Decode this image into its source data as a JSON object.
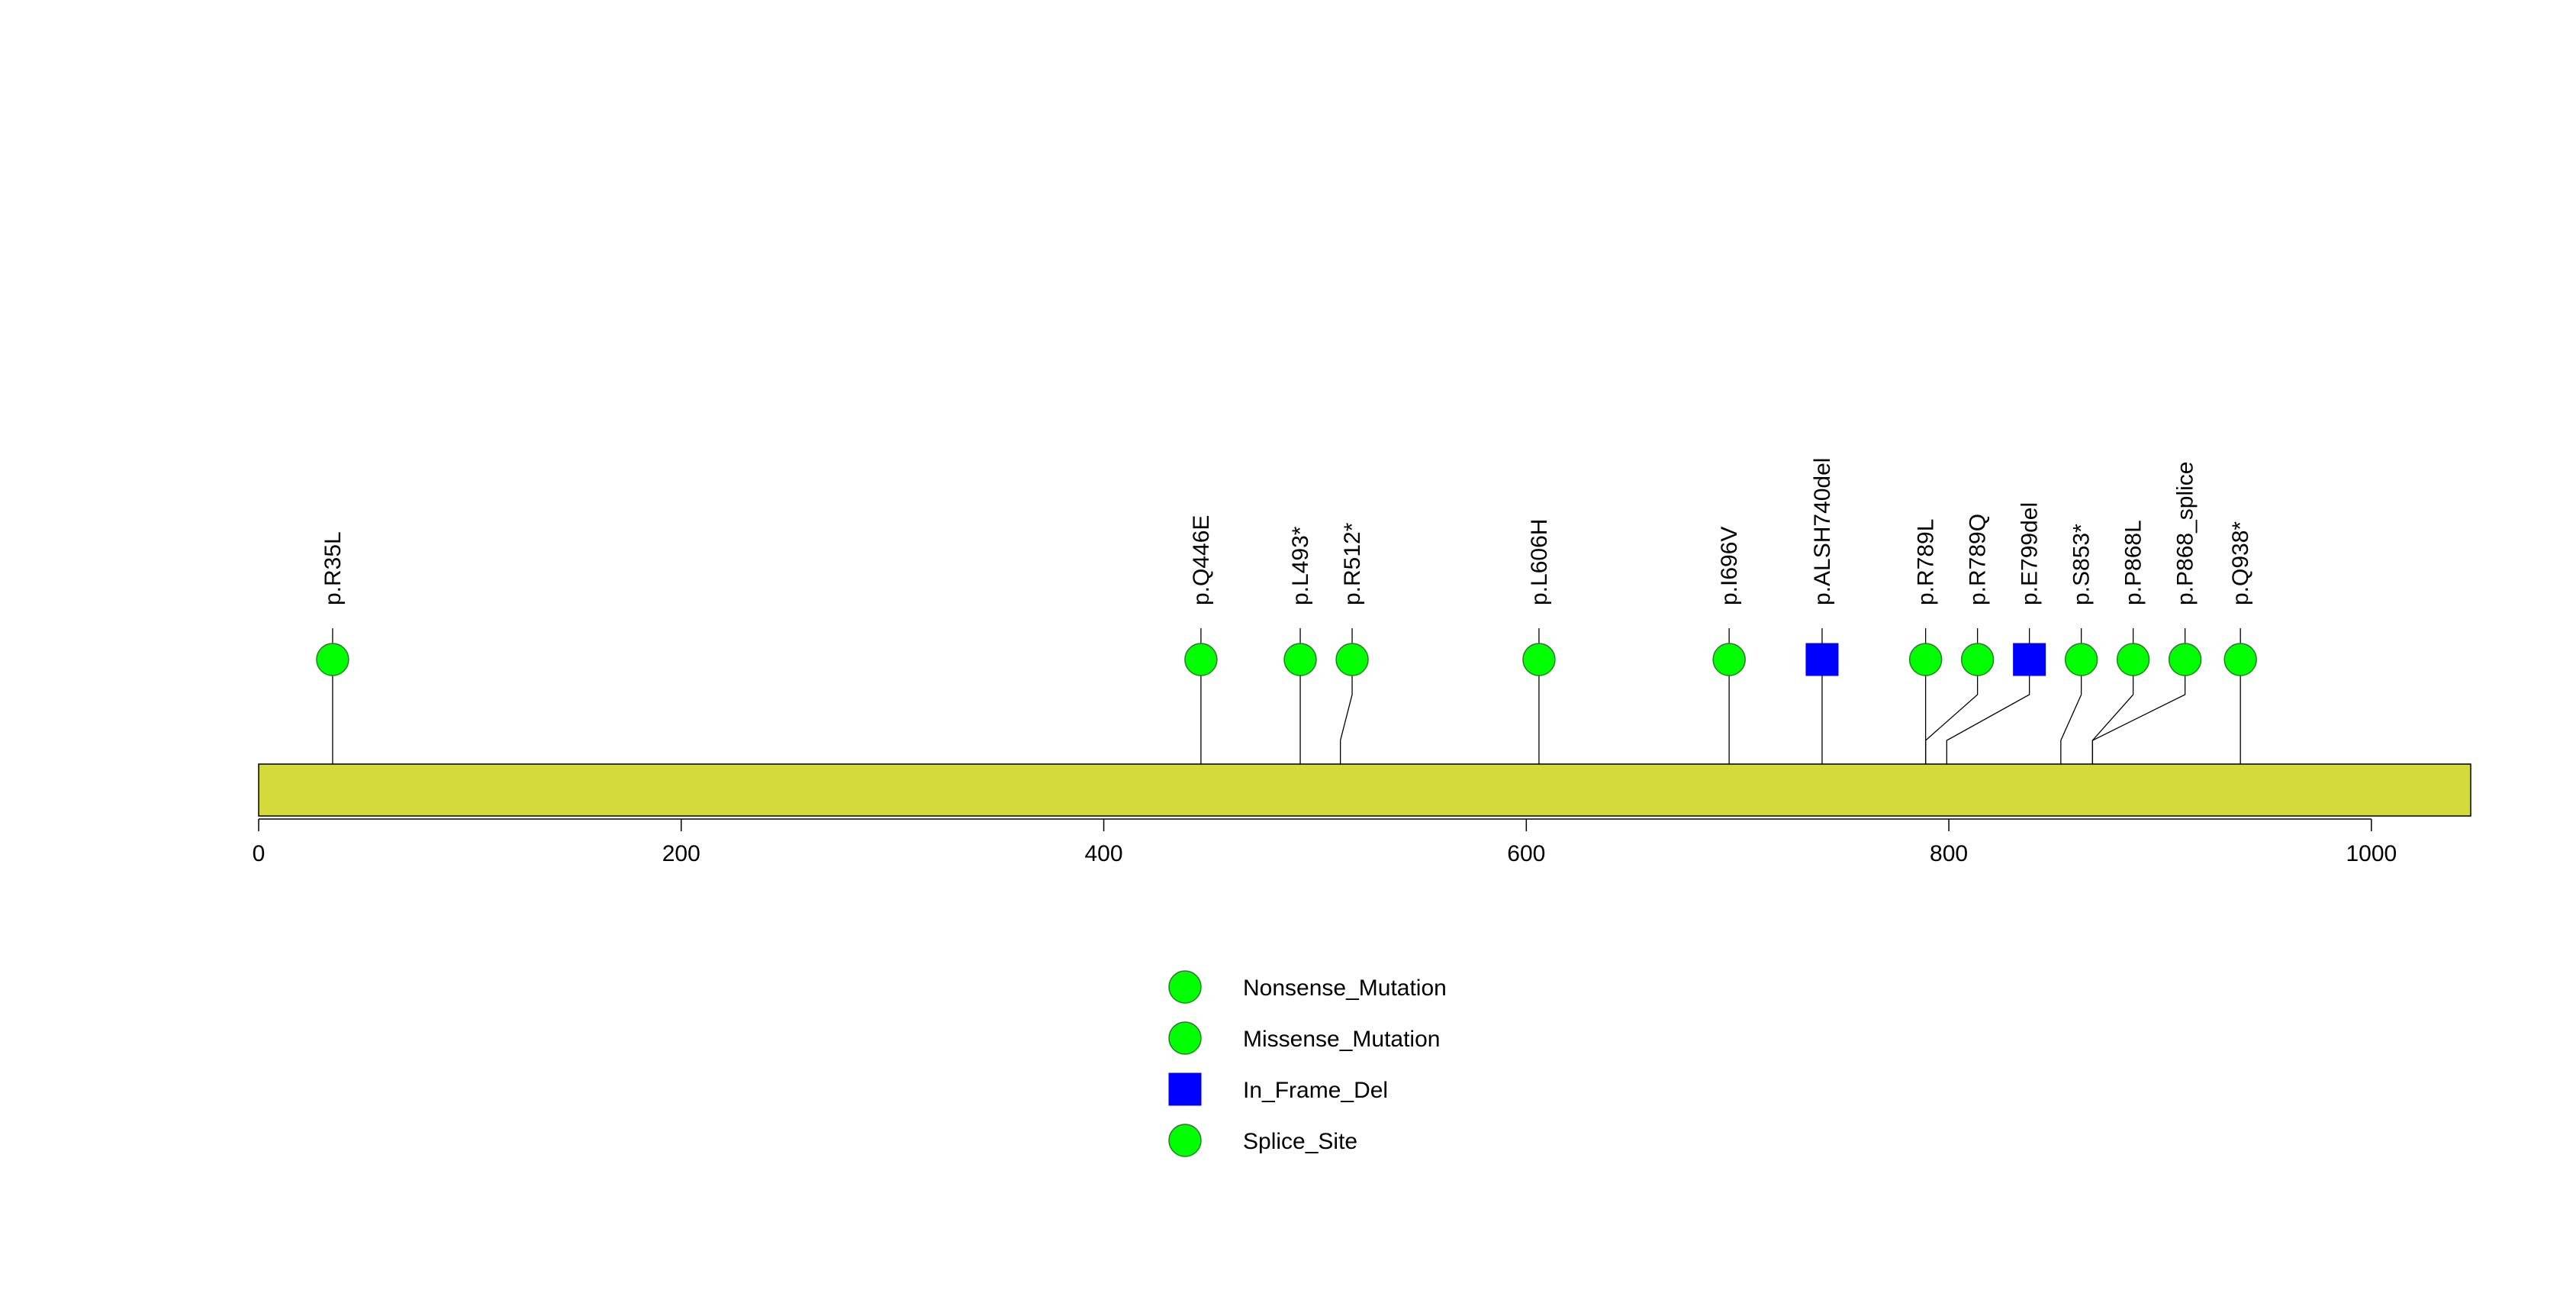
{
  "chart_data": {
    "type": "lollipop",
    "xlim": [
      0,
      1047
    ],
    "x_ticks": [
      0,
      200,
      400,
      600,
      800,
      1000
    ],
    "protein_length": 1047,
    "protein_bar_color": "#d4da3a",
    "mutations": [
      {
        "label": "p.R35L",
        "pos": 35,
        "class": "Missense_Mutation",
        "shape": "circle",
        "color": "#00ff00"
      },
      {
        "label": "p.Q446E",
        "pos": 446,
        "class": "Missense_Mutation",
        "shape": "circle",
        "color": "#00ff00"
      },
      {
        "label": "p.L493*",
        "pos": 493,
        "class": "Nonsense_Mutation",
        "shape": "circle",
        "color": "#00ff00"
      },
      {
        "label": "p.R512*",
        "pos": 512,
        "class": "Nonsense_Mutation",
        "shape": "circle",
        "color": "#00ff00"
      },
      {
        "label": "p.L606H",
        "pos": 606,
        "class": "Missense_Mutation",
        "shape": "circle",
        "color": "#00ff00"
      },
      {
        "label": "p.I696V",
        "pos": 696,
        "class": "Missense_Mutation",
        "shape": "circle",
        "color": "#00ff00"
      },
      {
        "label": "p.ALSH740del",
        "pos": 740,
        "class": "In_Frame_Del",
        "shape": "square",
        "color": "#0000ff"
      },
      {
        "label": "p.R789L",
        "pos": 789,
        "class": "Missense_Mutation",
        "shape": "circle",
        "color": "#00ff00"
      },
      {
        "label": "p.R789Q",
        "pos": 789,
        "class": "Missense_Mutation",
        "shape": "circle",
        "color": "#00ff00"
      },
      {
        "label": "p.E799del",
        "pos": 799,
        "class": "In_Frame_Del",
        "shape": "square",
        "color": "#0000ff"
      },
      {
        "label": "p.S853*",
        "pos": 853,
        "class": "Nonsense_Mutation",
        "shape": "circle",
        "color": "#00ff00"
      },
      {
        "label": "p.P868L",
        "pos": 868,
        "class": "Missense_Mutation",
        "shape": "circle",
        "color": "#00ff00"
      },
      {
        "label": "p.P868_splice",
        "pos": 868,
        "class": "Splice_Site",
        "shape": "circle",
        "color": "#00ff00"
      },
      {
        "label": "p.Q938*",
        "pos": 938,
        "class": "Nonsense_Mutation",
        "shape": "circle",
        "color": "#00ff00"
      }
    ],
    "legend": [
      {
        "label": "Nonsense_Mutation",
        "shape": "circle",
        "color": "#00ff00"
      },
      {
        "label": "Missense_Mutation",
        "shape": "circle",
        "color": "#00ff00"
      },
      {
        "label": "In_Frame_Del",
        "shape": "square",
        "color": "#0000ff"
      },
      {
        "label": "Splice_Site",
        "shape": "circle",
        "color": "#00ff00"
      }
    ],
    "legend_position": "bottom-center"
  }
}
